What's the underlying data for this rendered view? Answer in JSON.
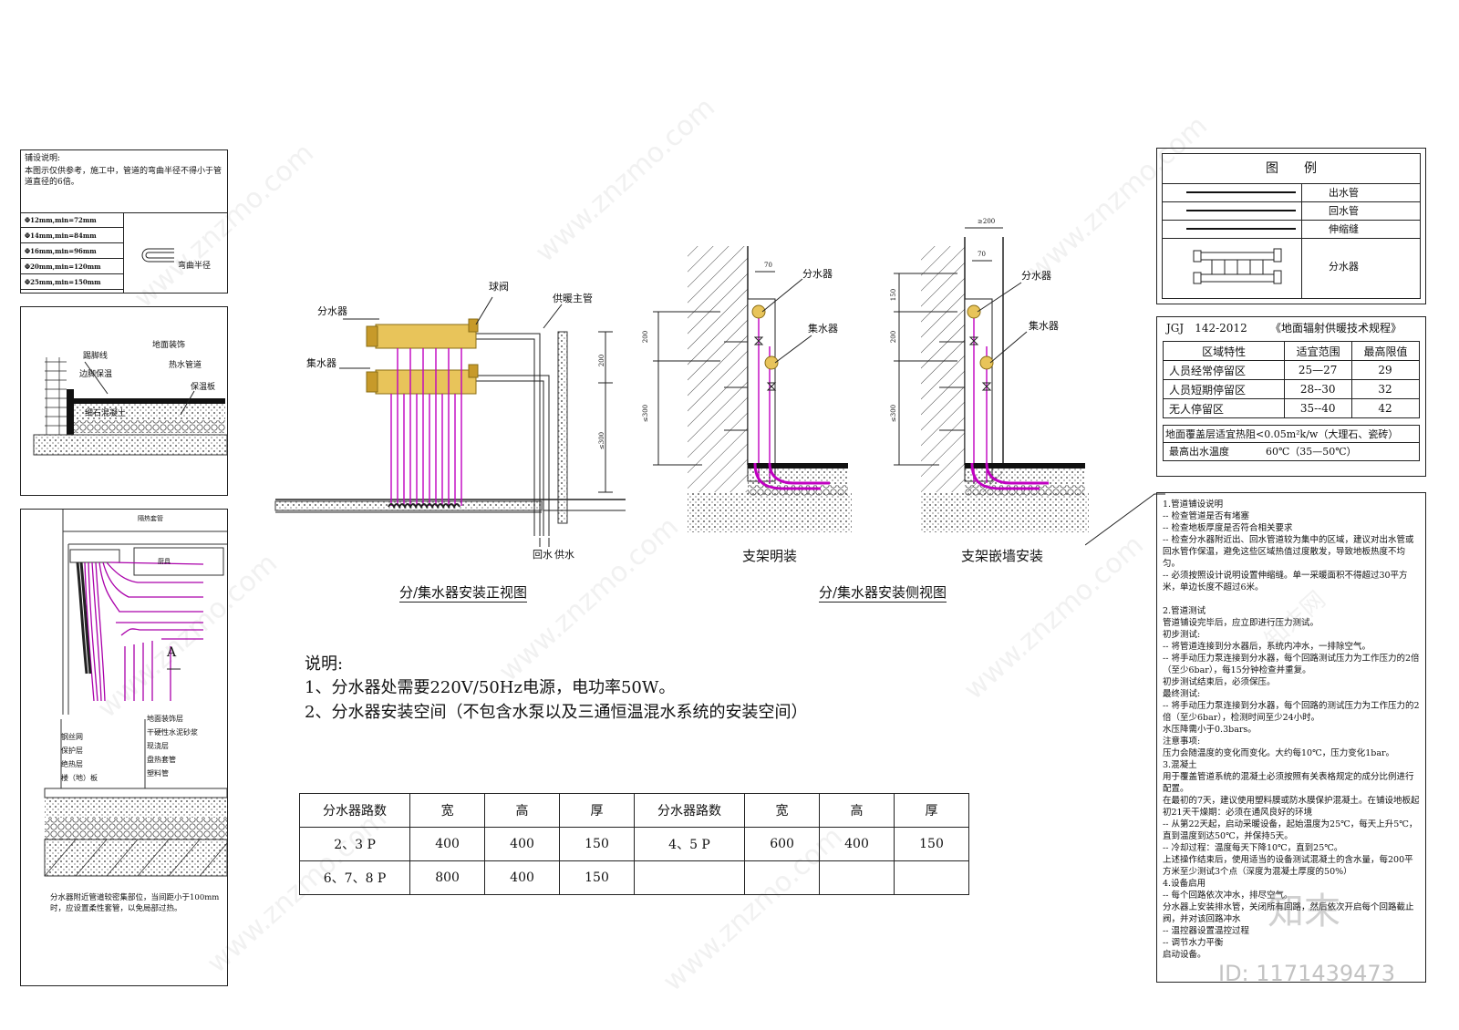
{
  "laying_note": {
    "title": "铺设说明:",
    "text": "本图示仅供参考，施工中，管道的弯曲半径不得小于管道直径的6倍。",
    "radii": [
      "Φ12mm,min=72mm",
      "Φ14mm,min=84mm",
      "Φ16mm,min=96mm",
      "Φ20mm,min=120mm",
      "Φ25mm,min=150mm"
    ],
    "bend_label": "弯曲半径"
  },
  "section": {
    "labels": [
      "踢脚线",
      "地面装饰",
      "边脚保温",
      "热水管道",
      "保温板",
      "细石混凝土"
    ]
  },
  "plan": {
    "sleeve": "隔热套管",
    "kitchen": "厨具",
    "marker": "A",
    "layers_left": [
      "钢丝网",
      "保护层",
      "绝热层",
      "楼（地）板"
    ],
    "layers_right": [
      "地面装饰层",
      "干硬性水泥砂浆",
      "现浇层",
      "盘热套管",
      "塑料管"
    ],
    "note": "分水器附近管道较密集部位，当间距小于100mm时，应设置柔性套管，以免局部过热。"
  },
  "front_view": {
    "label_distributor": "分水器",
    "label_collector": "集水器",
    "label_valve": "球阀",
    "label_main": "供暖主管",
    "label_return": "回水",
    "label_supply": "供水",
    "dim_200": "200",
    "dim_300": "≤300",
    "caption": "分/集水器安装正视图"
  },
  "side_views": {
    "open": {
      "distributor": "分水器",
      "collector": "集水器",
      "caption": "支架明装",
      "d70": "70",
      "d200": "200",
      "d300": "≤300"
    },
    "embed": {
      "distributor": "分水器",
      "collector": "集水器",
      "caption": "支架嵌墙安装",
      "d200top": "≥200",
      "d70": "70",
      "d150": "150",
      "d200": "200",
      "d300": "≤300"
    },
    "caption": "分/集水器安装侧视图"
  },
  "notes": {
    "title": "说明:",
    "line1": "1、分水器处需要220V/50Hz电源，电功率50W。",
    "line2": "2、分水器安装空间（不包含水泵以及三通恒温混水系统的安装空间）"
  },
  "size_table": {
    "header": [
      "分水器路数",
      "宽",
      "高",
      "厚",
      "分水器路数",
      "宽",
      "高",
      "厚"
    ],
    "rows": [
      [
        "2、3 P",
        "400",
        "400",
        "150",
        "4、5 P",
        "600",
        "400",
        "150"
      ],
      [
        "6、7、8 P",
        "800",
        "400",
        "150",
        "",
        "",
        "",
        ""
      ]
    ]
  },
  "legend": {
    "title": "图　　例",
    "items": [
      "出水管",
      "回水管",
      "伸缩缝",
      "分水器"
    ]
  },
  "spec": {
    "code": "JGJ　142-2012",
    "name": "《地面辐射供暖技术规程》",
    "header": [
      "区域特性",
      "适宜范围",
      "最高限值"
    ],
    "rows": [
      [
        "人员经常停留区",
        "25—27",
        "29"
      ],
      [
        "人员短期停留区",
        "28--30",
        "32"
      ],
      [
        "无人停留区",
        "35--40",
        "42"
      ]
    ],
    "line1": "地面覆盖层适宜热阻<0.05m²k/w（大理石、瓷砖）",
    "line2_label": "最高出水温度",
    "line2_value": "60℃（35—50℃）"
  },
  "instructions": {
    "text": "1.管道铺设说明\n-- 检查管道是否有堵塞\n-- 检查地板厚度是否符合相关要求\n-- 检查分水器附近出、回水管道较为集中的区域，建议对出水管或回水管作保温，避免这些区域热值过度散发，导致地板热度不均匀。\n-- 必须按照设计说明设置伸缩缝。单一采暖面积不得超过30平方米，单边长度不超过6米。\n\n2.管道测试\n管道铺设完毕后，应立即进行压力测试。\n初步测试:\n-- 将管道连接到分水器后，系统内冲水，一排除空气。\n-- 将手动压力泵连接到分水器，每个回路测试压力为工作压力的2倍（至少6bar），每15分钟检查并重复。\n初步测试结束后，必须保压。\n最终测试:\n-- 将手动压力泵连接到分水器，每个回路的测试压力为工作压力的2倍（至少6bar），检测时间至少24小时。\n水压降需小于0.3bars。\n注意事项:\n压力会随温度的变化而变化。大约每10℃，压力变化1bar。\n3.混凝土\n用于覆盖管道系统的混凝土必须按照有关表格规定的成分比例进行配置。\n在最初的7天，建议使用塑料膜或防水膜保护混凝土。在铺设地板起初21天干燥期：必须在通风良好的环境\n-- 从第22天起，启动采暖设备，起始温度为25℃，每天上升5℃，直到温度到达50℃，并保持5天。\n-- 冷却过程：温度每天下降10℃，直到25℃。\n上述操作结束后，使用适当的设备测试混凝土的含水量，每200平方米至少测试3个点（深度为混凝土厚度的50%）\n4.设备启用\n-- 每个回路依次冲水，排尽空气。\n分水器上安装排水管，关闭所有回路，然后依次开启每个回路截止阀，并对该回路冲水\n-- 温控器设置温控过程\n-- 调节水力平衡\n启动设备。"
  },
  "watermark": {
    "site": "www.znzmo.com",
    "brand": "知末网",
    "logo": "知末",
    "id": "ID: 1171439473"
  }
}
